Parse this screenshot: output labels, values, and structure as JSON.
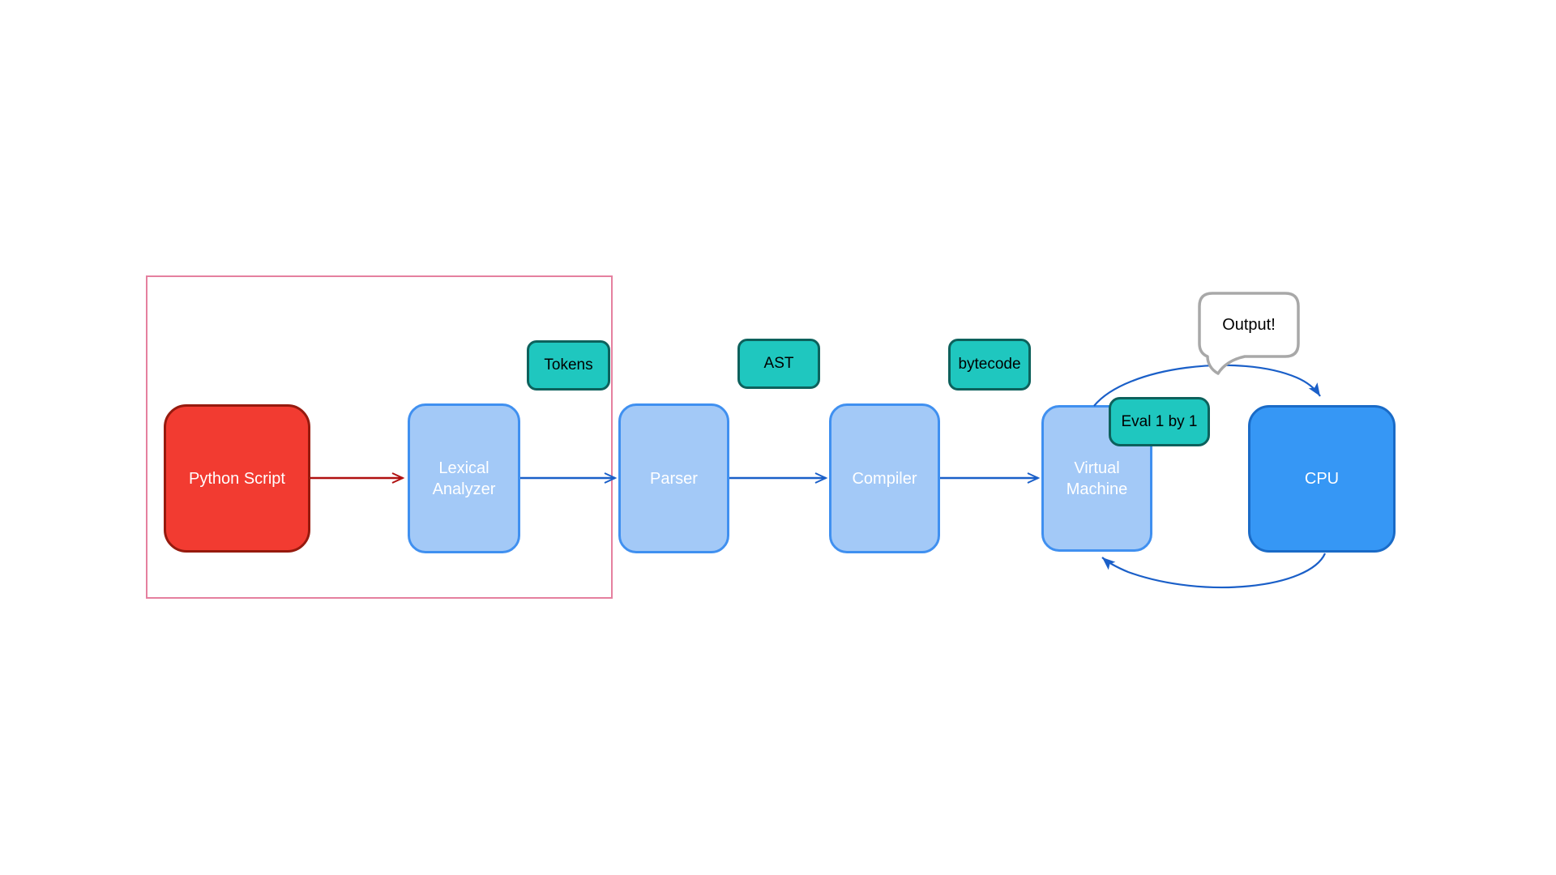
{
  "diagram": {
    "nodes": [
      {
        "name": "python-script",
        "label": "Python Script"
      },
      {
        "name": "lexical-analyzer",
        "label": "Lexical Analyzer"
      },
      {
        "name": "parser",
        "label": "Parser"
      },
      {
        "name": "compiler",
        "label": "Compiler"
      },
      {
        "name": "virtual-machine",
        "label": "Virtual Machine"
      },
      {
        "name": "cpu",
        "label": "CPU"
      }
    ],
    "badges": [
      {
        "name": "tokens",
        "label": "Tokens"
      },
      {
        "name": "ast",
        "label": "AST"
      },
      {
        "name": "bytecode",
        "label": "bytecode"
      },
      {
        "name": "eval-one-by-one",
        "label": "Eval 1 by 1"
      }
    ],
    "callout": {
      "label": "Output!"
    },
    "colors": {
      "node_red_fill": "#f23b31",
      "node_red_stroke": "#961a0e",
      "node_blue_fill": "#a3c9f7",
      "node_blue_stroke": "#4090f0",
      "node_cpu_fill": "#3697f5",
      "node_cpu_stroke": "#1a6bc7",
      "badge_fill": "#1fc7bf",
      "badge_stroke": "#0d615c",
      "arrow_blue": "#1a5fc8",
      "arrow_red": "#b01010",
      "group_frame_pink": "#e5809f",
      "callout_stroke": "#a8a8a8",
      "node_text": "#ffffff",
      "badge_text": "#000000"
    }
  }
}
